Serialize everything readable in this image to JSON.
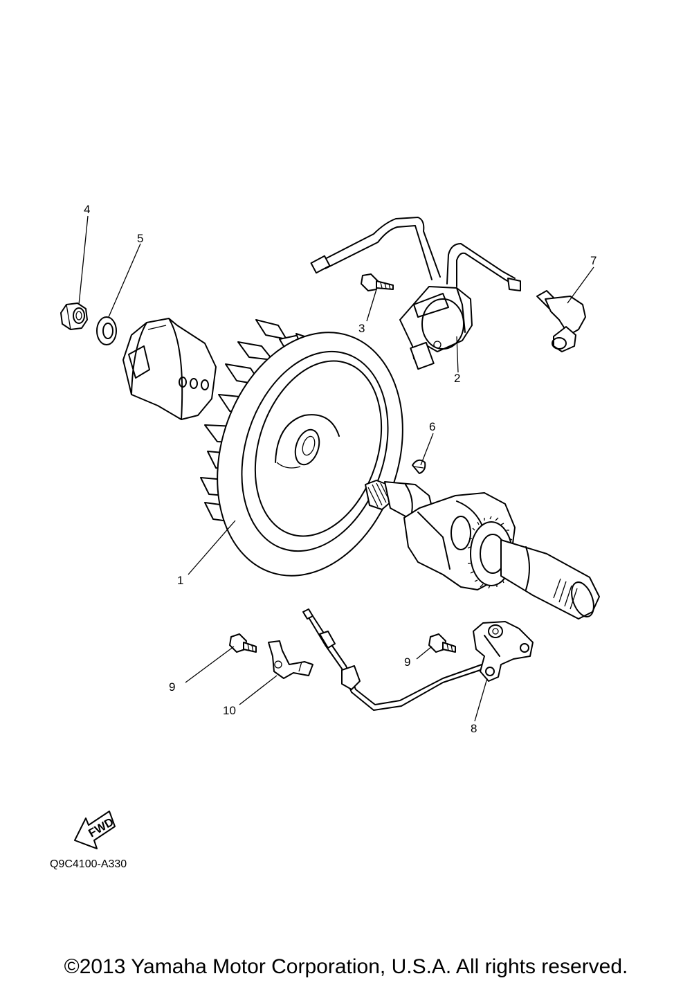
{
  "diagram": {
    "callouts": [
      "1",
      "2",
      "3",
      "4",
      "5",
      "6",
      "7",
      "8",
      "9",
      "9",
      "10"
    ],
    "fwd_label": "FWD",
    "diagram_code": "Q9C4100-A330"
  },
  "footer": {
    "copyright": "©2013 Yamaha Motor Corporation, U.S.A. All rights reserved."
  }
}
